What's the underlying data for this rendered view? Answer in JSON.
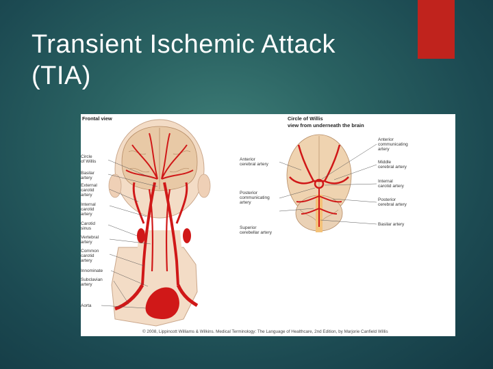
{
  "slide": {
    "title_line1": "Transient Ischemic Attack",
    "title_line2": "(TIA)",
    "accent_color": "#c0231d"
  },
  "figure": {
    "frontal_header": "Frontal view",
    "willis_header_line1": "Circle of Willis",
    "willis_header_line2": "view from underneath the brain",
    "left_labels": [
      [
        "Circle",
        "of Willis"
      ],
      [
        "Basilar",
        "artery"
      ],
      [
        "External",
        "carotid",
        "artery"
      ],
      [
        "Internal",
        "carotid",
        "artery"
      ],
      [
        "Carotid",
        "sinus"
      ],
      [
        "Vertebral",
        "artery"
      ],
      [
        "Common",
        "carotid",
        "artery"
      ],
      [
        "Innominate"
      ],
      [
        "Subclavian",
        "artery"
      ],
      [
        "Aorta"
      ]
    ],
    "willis_left_labels": [
      [
        "Anterior",
        "cerebral artery"
      ],
      [
        "Posterior",
        "communicating",
        "artery"
      ],
      [
        "Superior",
        "cerebellar artery"
      ]
    ],
    "willis_right_labels": [
      [
        "Anterior",
        "communicating",
        "artery"
      ],
      [
        "Middle",
        "cerebral artery"
      ],
      [
        "Internal",
        "carotid artery"
      ],
      [
        "Posterior",
        "cerebral artery"
      ],
      [
        "Basilar artery"
      ]
    ],
    "credit": "© 2008, Lippincott Williams & Wilkins. Medical Terminology: The Language of Healthcare, 2nd Edition, by Marjorie Canfield Willis"
  }
}
